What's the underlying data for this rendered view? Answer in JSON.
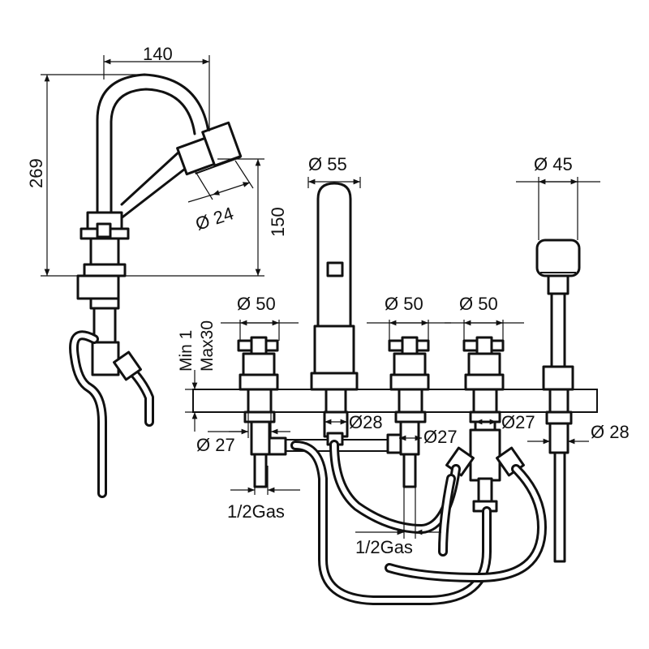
{
  "dimensions": {
    "spout_width": "140",
    "total_height": "269",
    "aerator_diameter": "Ø 24",
    "spout_height": "150",
    "center_spout_diameter": "Ø 55",
    "hand_shower_diameter": "Ø 45",
    "handle_left_diameter": "Ø 50",
    "handle_mid_diameter": "Ø 50",
    "handle_right_diameter": "Ø 50",
    "deck_min": "Min 1",
    "deck_max": "Max30",
    "shank_left_diameter": "Ø 27",
    "shank_center_diameter": "Ø28",
    "shank_mid_diameter": "Ø27",
    "shank_right_diameter": "Ø27",
    "shower_shank_diameter": "Ø 28",
    "inlet_left": "1/2Gas",
    "inlet_center": "1/2Gas"
  }
}
